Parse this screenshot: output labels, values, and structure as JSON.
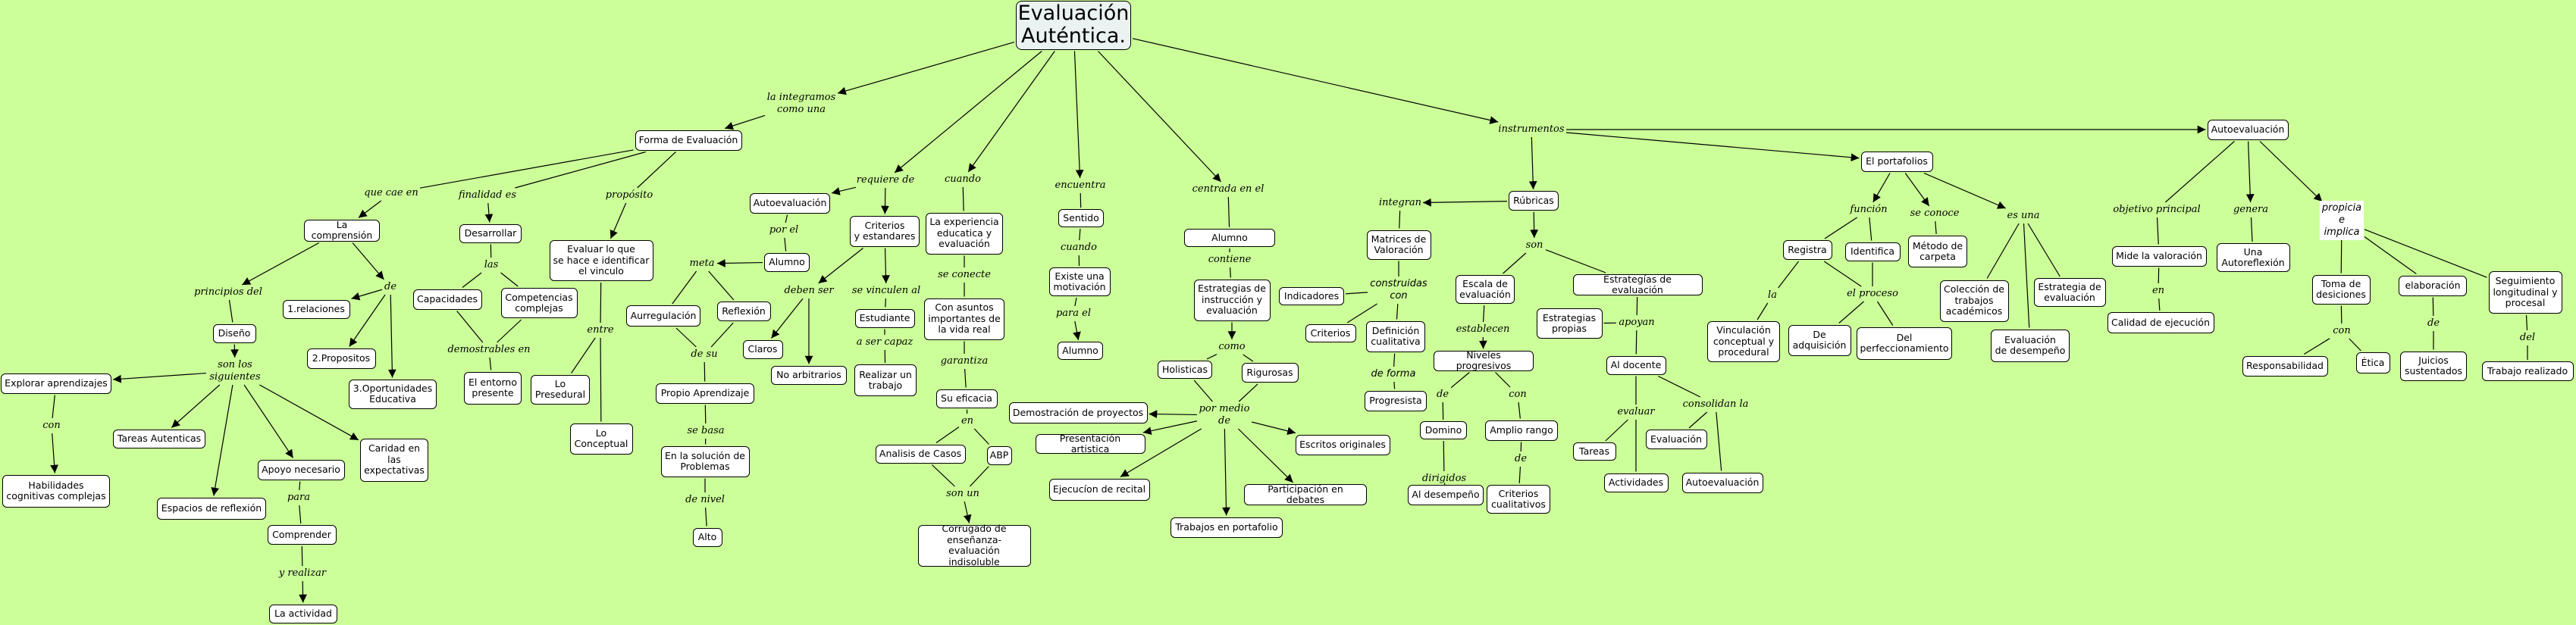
{
  "title": "Evaluación\nAuténtica.",
  "colors": {
    "background": "#ccff99",
    "concept_fill": "#ffffff",
    "root_fill": "#eaf2f2",
    "line": "#000000"
  },
  "concepts": {
    "root": "Evaluación\nAuténtica.",
    "forma": "Forma de Evaluación",
    "comprension": "La comprensión",
    "desarrollar": "Desarrollar",
    "evaluar": "Evaluar lo que\nse hace e identificar\nel vinculo",
    "autoeval1": "Autoevaluación",
    "alumno1": "Alumno",
    "capacidades": "Capacidades",
    "competencias": "Competencias\ncomplejas",
    "relaciones": "1.relaciones",
    "propositos": "2.Propositos",
    "oportunidades": "3.Oportunidades\nEducativa",
    "diseno": "Diseño",
    "explorar": "Explorar aprendizajes",
    "tareasaut": "Tareas Autenticas",
    "habilidades": "Habilidades\ncognitivas complejas",
    "espacios": "Espacios de reflexión",
    "apoyo": "Apoyo necesario",
    "comprender": "Comprender",
    "actividad": "La actividad",
    "caridad": "Caridad en\nlas\nexpectativas",
    "entorno": "El entorno\npresente",
    "presedural": "Lo\nPresedural",
    "conceptual": "Lo\nConceptual",
    "aurregulacion": "Aurregulación",
    "reflexion": "Reflexión",
    "propio": "Propio Aprendizaje",
    "solucion": "En la solución de\nProblemas",
    "alto": "Alto",
    "claros": "Claros",
    "noarb": "No arbitrarios",
    "criterios1": "Criterios\ny estandares",
    "estudiante": "Estudiante",
    "realizar": "Realizar un\ntrabajo",
    "experiencia": "La experiencia\neducatica y\nevaluación",
    "asuntos": "Con asuntos\nimportantes de\nla vida real",
    "eficacia": "Su eficacia",
    "analisis": "Analisis de Casos",
    "abp": "ABP",
    "corrugado": "Corrugado de\nenseñanza-evaluación\nindisoluble",
    "sentido": "Sentido",
    "motivacion": "Existe una\nmotivación",
    "alumno2": "Alumno",
    "alumno3": "Alumno",
    "estrategiasinst": "Estrategias de\ninstrucción y\nevaluación",
    "holisticas": "Holisticas",
    "rigurosas": "Rigurosas",
    "demostracion": "Demostración de proyectos",
    "presentacion": "Presentación artistica",
    "ejecucion": "Ejecucíon de recital",
    "trabajosport": "Trabajos en portafolio",
    "debates": "Participación en debates",
    "escritos": "Escritos originales",
    "indicadores": "Indicadores",
    "criterios2": "Criterios",
    "rubricas": "Rúbricas",
    "matrices": "Matrices de\nValoración",
    "definicion": "Definición\ncualitativa",
    "progresista": "Progresista",
    "escala": "Escala de\nevaluación",
    "niveles": "Niveles progresivos",
    "domino": "Domino",
    "amplio": "Amplio rango",
    "aldesempeno": "Al desempeño",
    "critcual": "Criterios\ncualitativos",
    "estrategiaseval": "Estrategías de evaluación",
    "propias": "Estrategias\npropias",
    "docente": "Al docente",
    "tareas": "Tareas",
    "evaluacion": "Evaluación",
    "actividades": "Actividades",
    "autoeval2": "Autoevaluación",
    "portafolios": "El portafolios",
    "registra": "Registra",
    "identifica": "Identifica",
    "vinculacion": "Vinculación\nconceptual y\nprocedural",
    "adquisicion": "De\nadquisición",
    "perfeccionamiento": "Del\nperfeccionamiento",
    "metodo": "Método de\ncarpeta",
    "coleccion": "Colección de\ntrabajos\nacadémicos",
    "estrategiaeval": "Estrategia de\nevaluación",
    "evaldesempeno": "Evaluación\nde desempeño",
    "autoeval3": "Autoevaluación",
    "mide": "Mide la valoración",
    "calidad": "Calidad de ejecución",
    "autoreflexion": "Una\nAutoreflexión",
    "toma": "Toma de\ndesiciones",
    "responsabilidad": "Responsabilidad",
    "etica": "Ética",
    "elaboracion": "elaboración",
    "juicios": "Juicios\nsustentados",
    "seguimiento": "Seguimiento\nlongitudinal y\nprocesal",
    "trabajorealizado": "Trabajo realizado"
  },
  "linking_phrases": {
    "p_integramos": "la integramos\ncomo una",
    "p_quecae": "que cae en",
    "p_finalidad": "finalidad es",
    "p_proposito": "propósito",
    "p_principios": "principios del",
    "p_de1": "de",
    "p_las": "las",
    "p_demostrables": "demostrables en",
    "p_entre": "entre",
    "p_sonlos": "son los\nsiguientes",
    "p_con1": "con",
    "p_para": "para",
    "p_realizar": "y realizar",
    "p_requiere": "requiere de",
    "p_porel": "por el",
    "p_meta": "meta",
    "p_desu": "de su",
    "p_sebasa": "se basa",
    "p_denivel": "de nivel",
    "p_debenser": "deben ser",
    "p_sevinculen": "se vinculen al",
    "p_asercapaz": "a ser capaz",
    "p_cuando1": "cuando",
    "p_seconecte": "se conecte",
    "p_garantiza": "garantiza",
    "p_en1": "en",
    "p_sonun": "son un",
    "p_encuentra": "encuentra",
    "p_cuando2": "cuando",
    "p_parael": "para el",
    "p_centrada": "centrada en el",
    "p_contiene": "contiene",
    "p_como": "como",
    "p_pormedio": "por medio\nde",
    "p_instrumentos": "instrumentos",
    "p_integran": "integran",
    "p_son": "son",
    "p_construidas": "construidas\ncon",
    "p_deforma": "de forma",
    "p_establecen": "establecen",
    "p_de2": "de",
    "p_con2": "con",
    "p_dirigidos": "dirigidos",
    "p_de3": "de",
    "p_apoyan": "apoyan",
    "p_evaluar": "evaluar",
    "p_consolidan": "consolidan la",
    "p_funcion": "función",
    "p_la": "la",
    "p_elproceso": "el proceso",
    "p_seconoce": "se conoce",
    "p_esuna": "es una",
    "p_objetivo": "objetivo principal",
    "p_genera": "genera",
    "p_propicia": "propicia\ne\nimplica",
    "p_en2": "en",
    "p_con3": "con",
    "p_de4": "de",
    "p_del": "del"
  },
  "edges": [
    [
      "root",
      "p_integramos",
      1
    ],
    [
      "p_integramos",
      "forma",
      1
    ],
    [
      "forma",
      "p_quecae",
      0
    ],
    [
      "p_quecae",
      "comprension",
      1
    ],
    [
      "forma",
      "p_finalidad",
      0
    ],
    [
      "p_finalidad",
      "desarrollar",
      1
    ],
    [
      "forma",
      "p_proposito",
      0
    ],
    [
      "p_proposito",
      "evaluar",
      1
    ],
    [
      "comprension",
      "p_principios",
      1
    ],
    [
      "p_principios",
      "diseno",
      0
    ],
    [
      "comprension",
      "p_de1",
      1
    ],
    [
      "p_de1",
      "relaciones",
      1
    ],
    [
      "p_de1",
      "propositos",
      1
    ],
    [
      "p_de1",
      "oportunidades",
      1
    ],
    [
      "desarrollar",
      "p_las",
      0
    ],
    [
      "p_las",
      "capacidades",
      0
    ],
    [
      "p_las",
      "competencias",
      0
    ],
    [
      "capacidades",
      "p_demostrables",
      0
    ],
    [
      "competencias",
      "p_demostrables",
      0
    ],
    [
      "p_demostrables",
      "entorno",
      0
    ],
    [
      "evaluar",
      "p_entre",
      0
    ],
    [
      "p_entre",
      "presedural",
      0
    ],
    [
      "p_entre",
      "conceptual",
      0
    ],
    [
      "diseno",
      "p_sonlos",
      1
    ],
    [
      "p_sonlos",
      "explorar",
      1
    ],
    [
      "p_sonlos",
      "tareasaut",
      1
    ],
    [
      "p_sonlos",
      "espacios",
      1
    ],
    [
      "p_sonlos",
      "apoyo",
      1
    ],
    [
      "p_sonlos",
      "caridad",
      1
    ],
    [
      "explorar",
      "p_con1",
      0
    ],
    [
      "p_con1",
      "habilidades",
      1
    ],
    [
      "apoyo",
      "p_para",
      0
    ],
    [
      "p_para",
      "comprender",
      0
    ],
    [
      "comprender",
      "p_realizar",
      0
    ],
    [
      "p_realizar",
      "actividad",
      1
    ],
    [
      "root",
      "p_requiere",
      1
    ],
    [
      "p_requiere",
      "autoeval1",
      1
    ],
    [
      "p_requiere",
      "criterios1",
      1
    ],
    [
      "autoeval1",
      "p_porel",
      0
    ],
    [
      "p_porel",
      "alumno1",
      0
    ],
    [
      "alumno1",
      "p_meta",
      1
    ],
    [
      "p_meta",
      "aurregulacion",
      0
    ],
    [
      "p_meta",
      "reflexion",
      0
    ],
    [
      "aurregulacion",
      "p_desu",
      0
    ],
    [
      "reflexion",
      "p_desu",
      0
    ],
    [
      "p_desu",
      "propio",
      0
    ],
    [
      "propio",
      "p_sebasa",
      0
    ],
    [
      "p_sebasa",
      "solucion",
      0
    ],
    [
      "solucion",
      "p_denivel",
      0
    ],
    [
      "p_denivel",
      "alto",
      0
    ],
    [
      "criterios1",
      "p_debenser",
      1
    ],
    [
      "p_debenser",
      "claros",
      1
    ],
    [
      "p_debenser",
      "noarb",
      1
    ],
    [
      "criterios1",
      "p_sevinculen",
      1
    ],
    [
      "p_sevinculen",
      "estudiante",
      0
    ],
    [
      "estudiante",
      "p_asercapaz",
      0
    ],
    [
      "p_asercapaz",
      "realizar",
      0
    ],
    [
      "root",
      "p_cuando1",
      1
    ],
    [
      "p_cuando1",
      "experiencia",
      0
    ],
    [
      "experiencia",
      "p_seconecte",
      0
    ],
    [
      "p_seconecte",
      "asuntos",
      0
    ],
    [
      "asuntos",
      "p_garantiza",
      0
    ],
    [
      "p_garantiza",
      "eficacia",
      0
    ],
    [
      "eficacia",
      "p_en1",
      0
    ],
    [
      "p_en1",
      "analisis",
      0
    ],
    [
      "p_en1",
      "abp",
      0
    ],
    [
      "analisis",
      "p_sonun",
      0
    ],
    [
      "abp",
      "p_sonun",
      0
    ],
    [
      "p_sonun",
      "corrugado",
      1
    ],
    [
      "root",
      "p_encuentra",
      1
    ],
    [
      "p_encuentra",
      "sentido",
      0
    ],
    [
      "sentido",
      "p_cuando2",
      0
    ],
    [
      "p_cuando2",
      "motivacion",
      0
    ],
    [
      "motivacion",
      "p_parael",
      0
    ],
    [
      "p_parael",
      "alumno2",
      1
    ],
    [
      "root",
      "p_centrada",
      1
    ],
    [
      "p_centrada",
      "alumno3",
      0
    ],
    [
      "alumno3",
      "p_contiene",
      0
    ],
    [
      "p_contiene",
      "estrategiasinst",
      0
    ],
    [
      "estrategiasinst",
      "p_como",
      1
    ],
    [
      "p_como",
      "holisticas",
      0
    ],
    [
      "p_como",
      "rigurosas",
      0
    ],
    [
      "holisticas",
      "p_pormedio",
      0
    ],
    [
      "rigurosas",
      "p_pormedio",
      0
    ],
    [
      "p_pormedio",
      "demostracion",
      1
    ],
    [
      "p_pormedio",
      "presentacion",
      1
    ],
    [
      "p_pormedio",
      "ejecucion",
      1
    ],
    [
      "p_pormedio",
      "trabajosport",
      1
    ],
    [
      "p_pormedio",
      "debates",
      1
    ],
    [
      "p_pormedio",
      "escritos",
      1
    ],
    [
      "root",
      "p_instrumentos",
      1
    ],
    [
      "p_instrumentos",
      "rubricas",
      1
    ],
    [
      "p_instrumentos",
      "portafolios",
      1
    ],
    [
      "p_instrumentos",
      "autoeval3",
      1
    ],
    [
      "rubricas",
      "p_integran",
      1
    ],
    [
      "p_integran",
      "matrices",
      0
    ],
    [
      "matrices",
      "p_construidas",
      0
    ],
    [
      "p_construidas",
      "indicadores",
      0
    ],
    [
      "p_construidas",
      "criterios2",
      0
    ],
    [
      "p_construidas",
      "definicion",
      0
    ],
    [
      "definicion",
      "p_deforma",
      0
    ],
    [
      "p_deforma",
      "progresista",
      0
    ],
    [
      "rubricas",
      "p_son",
      1
    ],
    [
      "p_son",
      "escala",
      0
    ],
    [
      "p_son",
      "estrategiaseval",
      0
    ],
    [
      "escala",
      "p_establecen",
      0
    ],
    [
      "p_establecen",
      "niveles",
      1
    ],
    [
      "niveles",
      "p_de2",
      0
    ],
    [
      "niveles",
      "p_con2",
      0
    ],
    [
      "p_de2",
      "domino",
      0
    ],
    [
      "p_con2",
      "amplio",
      0
    ],
    [
      "domino",
      "p_dirigidos",
      0
    ],
    [
      "p_dirigidos",
      "aldesempeno",
      0
    ],
    [
      "amplio",
      "p_de3",
      0
    ],
    [
      "p_de3",
      "critcual",
      0
    ],
    [
      "estrategiaseval",
      "p_apoyan",
      0
    ],
    [
      "propias",
      "p_apoyan",
      0
    ],
    [
      "p_apoyan",
      "docente",
      0
    ],
    [
      "docente",
      "p_evaluar",
      0
    ],
    [
      "p_evaluar",
      "tareas",
      0
    ],
    [
      "p_evaluar",
      "actividades",
      0
    ],
    [
      "docente",
      "p_consolidan",
      0
    ],
    [
      "p_consolidan",
      "evaluacion",
      0
    ],
    [
      "p_consolidan",
      "autoeval2",
      0
    ],
    [
      "portafolios",
      "p_funcion",
      1
    ],
    [
      "p_funcion",
      "registra",
      0
    ],
    [
      "p_funcion",
      "identifica",
      0
    ],
    [
      "registra",
      "p_la",
      0
    ],
    [
      "p_la",
      "vinculacion",
      0
    ],
    [
      "registra",
      "p_elproceso",
      0
    ],
    [
      "identifica",
      "p_elproceso",
      0
    ],
    [
      "p_elproceso",
      "adquisicion",
      0
    ],
    [
      "p_elproceso",
      "perfeccionamiento",
      0
    ],
    [
      "portafolios",
      "p_seconoce",
      1
    ],
    [
      "p_seconoce",
      "metodo",
      0
    ],
    [
      "portafolios",
      "p_esuna",
      1
    ],
    [
      "p_esuna",
      "coleccion",
      0
    ],
    [
      "p_esuna",
      "evaldesempeno",
      0
    ],
    [
      "p_esuna",
      "estrategiaeval",
      0
    ],
    [
      "autoeval3",
      "p_objetivo",
      0
    ],
    [
      "p_objetivo",
      "mide",
      0
    ],
    [
      "mide",
      "p_en2",
      0
    ],
    [
      "p_en2",
      "calidad",
      0
    ],
    [
      "autoeval3",
      "p_genera",
      1
    ],
    [
      "p_genera",
      "autoreflexion",
      0
    ],
    [
      "autoeval3",
      "p_propicia",
      1
    ],
    [
      "p_propicia",
      "toma",
      0
    ],
    [
      "p_propicia",
      "elaboracion",
      0
    ],
    [
      "p_propicia",
      "seguimiento",
      0
    ],
    [
      "toma",
      "p_con3",
      0
    ],
    [
      "p_con3",
      "responsabilidad",
      0
    ],
    [
      "p_con3",
      "etica",
      0
    ],
    [
      "elaboracion",
      "p_de4",
      0
    ],
    [
      "p_de4",
      "juicios",
      0
    ],
    [
      "seguimiento",
      "p_del",
      0
    ],
    [
      "p_del",
      "trabajorealizado",
      0
    ]
  ]
}
